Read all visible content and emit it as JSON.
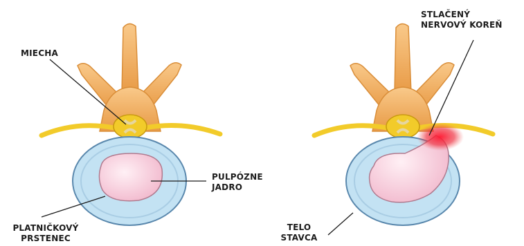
{
  "labels": {
    "miecha": "MIECHA",
    "pulpozne_jadro": [
      "PULPÓZNE",
      "JADRO"
    ],
    "platnickovy_prstenec": [
      "PLATNIČKOVÝ",
      "PRSTENEC"
    ],
    "stlaceny_koren": [
      "STLAČENÝ",
      "NERVOVÝ KOREŇ"
    ],
    "telo_stavca": [
      "TELO",
      "STAVCA"
    ]
  },
  "colors": {
    "bone": "#f4b25e",
    "bone_dark": "#d98d38",
    "nerve": "#f2cb2a",
    "annulus": "#c3e2f3",
    "annulus_edge": "#5a88ad",
    "nucleus": "#f7c9d8",
    "inflammation": "#e8283c",
    "leader": "#1b1b1b"
  }
}
